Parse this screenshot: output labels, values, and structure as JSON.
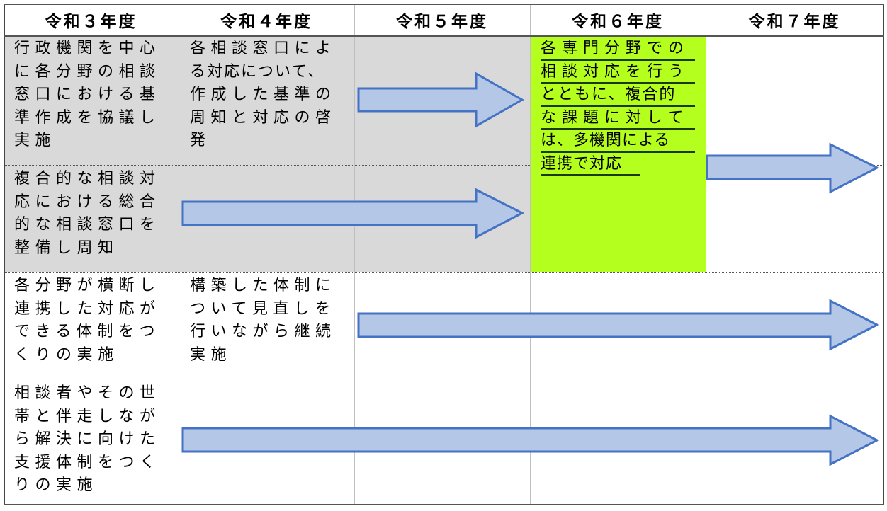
{
  "headers": [
    "令和３年度",
    "令和４年度",
    "令和５年度",
    "令和６年度",
    "令和７年度"
  ],
  "rows": {
    "r1a_c1": [
      "行政機関を中心",
      "に各分野の相談",
      "窓口における基",
      "準作成を協議し",
      "実施"
    ],
    "r1a_c2": [
      "各相談窓口によ",
      "る対応について、",
      "作成した基準の",
      "周知と対応の啓",
      "発"
    ],
    "r1b_c1": [
      "複合的な相談対",
      "応における総合",
      "的な相談窓口を",
      "整備し周知"
    ],
    "r1_c4": [
      "各専門分野での",
      "相談対応を行う",
      "とともに、複合的",
      "な課題に対して",
      "は、多機関による",
      "連携で対応"
    ],
    "r2_c1": [
      "各分野が横断し",
      "連携した対応が",
      "できる体制をつ",
      "くりの実施"
    ],
    "r2_c2": [
      "構築した体制に",
      "ついて見直しを",
      "行いながら継続",
      "実施"
    ],
    "r3_c1": [
      "相談者やその世",
      "帯と伴走しなが",
      "ら解決に向けた",
      "支援体制をつく",
      "りの実施"
    ]
  },
  "colors": {
    "gray": "#d9d9d9",
    "green": "#b5ff1e",
    "arrow_fill": "#b4c7e7",
    "arrow_stroke": "#4472c4"
  }
}
